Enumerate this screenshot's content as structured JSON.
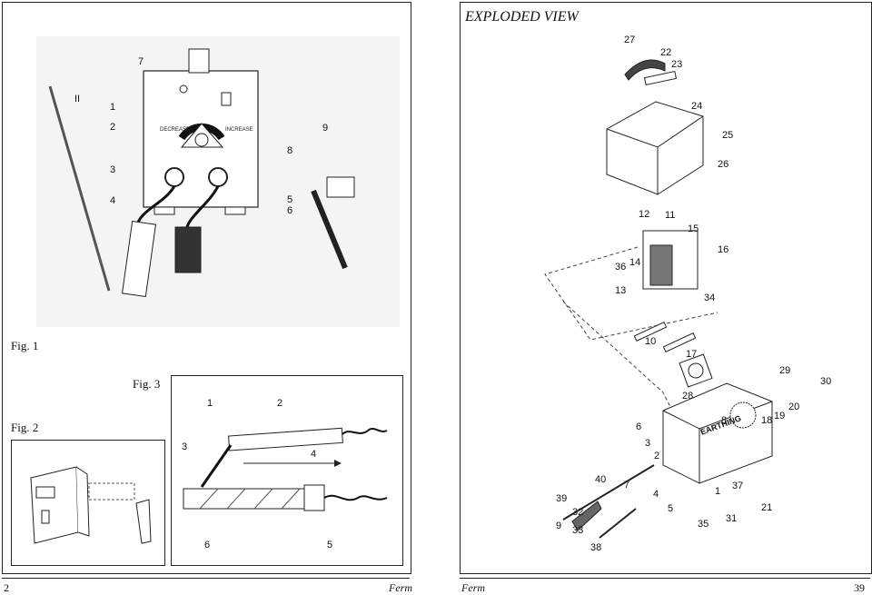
{
  "left_page": {
    "fig1_label": "Fig. 1",
    "fig2_label": "Fig. 2",
    "fig3_label": "Fig. 3",
    "fig1_callouts": [
      "7",
      "1",
      "2",
      "3",
      "4",
      "5",
      "6",
      "8",
      "9",
      "II"
    ],
    "panel_text": {
      "decrease": "DECREASE",
      "increase": "INCREASE"
    },
    "fig3_callouts": [
      "1",
      "2",
      "3",
      "4",
      "5",
      "6"
    ],
    "page_number": "2",
    "footer_brand": "Ferm"
  },
  "right_page": {
    "title": "EXPLODED VIEW",
    "callouts": [
      "27",
      "22",
      "23",
      "24",
      "25",
      "26",
      "12",
      "11",
      "15",
      "16",
      "14",
      "36",
      "13",
      "34",
      "10",
      "17",
      "29",
      "30",
      "28",
      "19",
      "20",
      "18",
      "8",
      "6",
      "3",
      "2",
      "7",
      "40",
      "1",
      "37",
      "39",
      "9",
      "32",
      "33",
      "4",
      "5",
      "35",
      "31",
      "21",
      "38"
    ],
    "earthing_label": "EARTHING",
    "footer_brand": "Ferm",
    "page_number": "39"
  }
}
